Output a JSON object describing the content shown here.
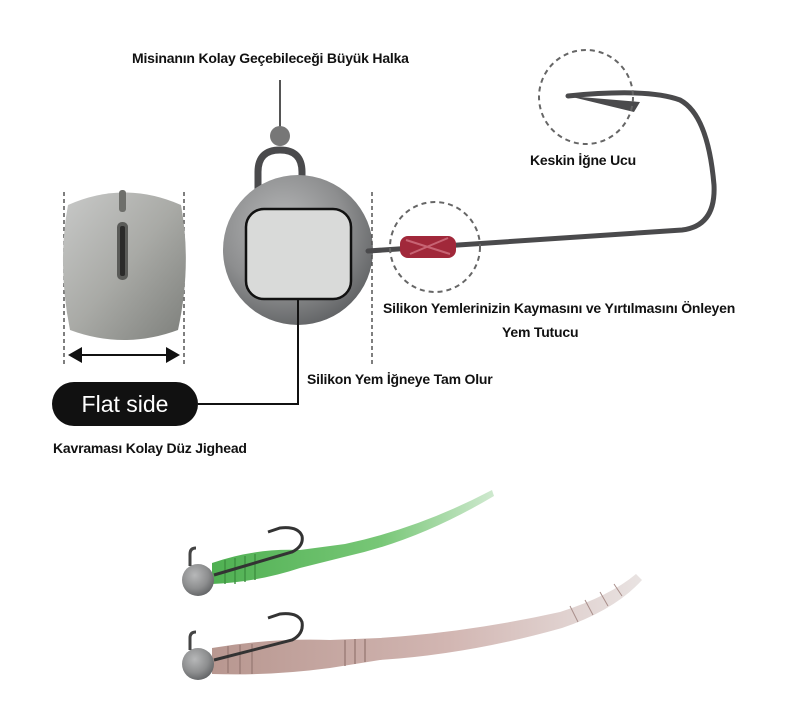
{
  "labels": {
    "ring": "Misinanın Kolay Geçebileceği Büyük Halka",
    "hook_point": "Keskin İğne Ucu",
    "bait_keeper_line1": "Silikon Yemlerinizin Kaymasını ve Yırtılmasını Önleyen",
    "bait_keeper_line2": "Yem Tutucu",
    "fits_hook": "Silikon Yem İğneye Tam Olur",
    "flat_side": "Flat side",
    "easy_grip": "Kavraması Kolay Düz Jighead"
  },
  "colors": {
    "text": "#111111",
    "lead": "#8d8e8f",
    "lead_dark": "#5f6163",
    "hook_wire": "#4a4a4c",
    "keeper_red": "#a1283a",
    "green_worm": "#5fbf63",
    "pink_worm": "#c9a7a3"
  }
}
